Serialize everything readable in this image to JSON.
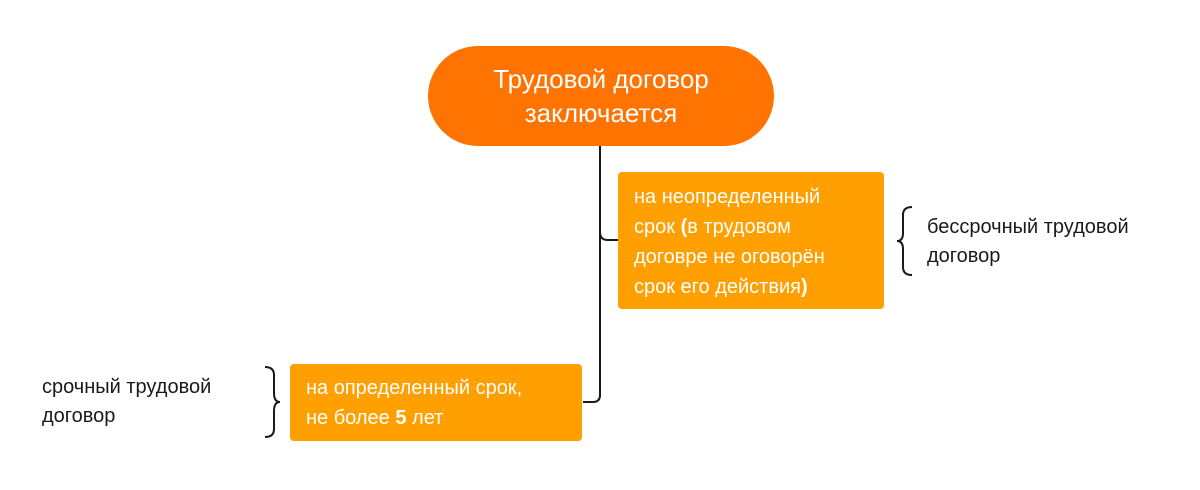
{
  "root": {
    "line1": "Трудовой договор",
    "line2": "заключается"
  },
  "indefinite": {
    "line1": "на неопределенный",
    "line2_a": "срок ",
    "line2_b": "(",
    "line2_c": "в трудовом",
    "line3": "договре не оговорён",
    "line4_a": "срок его действия",
    "line4_b": ")",
    "label_line1": "бессрочный трудовой",
    "label_line2": "договор"
  },
  "fixed": {
    "line1": "на определенный срок,",
    "line2_a": "не более ",
    "line2_b": "5",
    "line2_c": " лет",
    "label_line1": "срочный трудовой",
    "label_line2": "договор"
  },
  "colors": {
    "root": "#ff7300",
    "box": "#ff9f00",
    "connector": "#1a1a1a"
  }
}
